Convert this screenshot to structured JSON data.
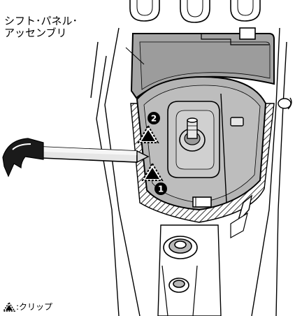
{
  "callout": {
    "line1": "シフト･パネル･",
    "line2": "アッセンブリ"
  },
  "steps": {
    "step1": "1",
    "step2": "2"
  },
  "legend": {
    "text": ":クリップ"
  }
}
